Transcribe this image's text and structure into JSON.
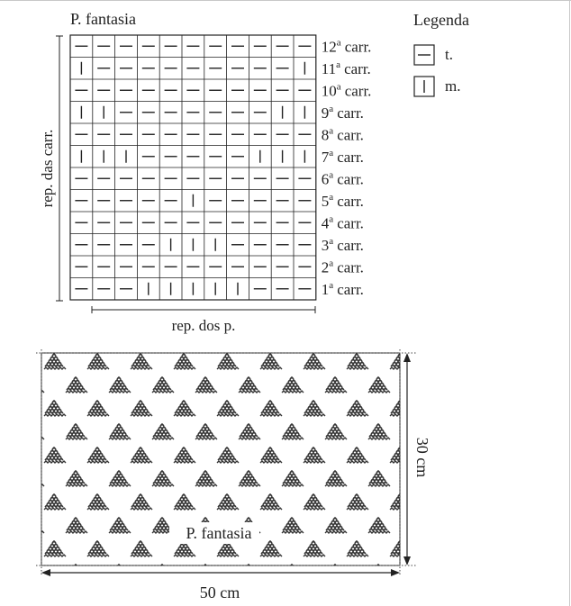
{
  "chart_title": "P. fantasia",
  "legend": {
    "title": "Legenda",
    "items": [
      {
        "symbol": "dash",
        "label": "t."
      },
      {
        "symbol": "bar",
        "label": "m."
      }
    ]
  },
  "chart": {
    "columns": 11,
    "row_axis_label": "rep. das carr.",
    "column_axis_label": "rep. dos p.",
    "rows": [
      {
        "label_num": "12",
        "label_sup": "a",
        "label_word": "carr.",
        "cells": "-----------"
      },
      {
        "label_num": "11",
        "label_sup": "a",
        "label_word": "carr.",
        "cells": "|---------|"
      },
      {
        "label_num": "10",
        "label_sup": "a",
        "label_word": "carr.",
        "cells": "-----------"
      },
      {
        "label_num": "9",
        "label_sup": "a",
        "label_word": "carr.",
        "cells": "||-------||"
      },
      {
        "label_num": "8",
        "label_sup": "a",
        "label_word": "carr.",
        "cells": "-----------"
      },
      {
        "label_num": "7",
        "label_sup": "a",
        "label_word": "carr.",
        "cells": "|||-----|||"
      },
      {
        "label_num": "6",
        "label_sup": "a",
        "label_word": "carr.",
        "cells": "-----------"
      },
      {
        "label_num": "5",
        "label_sup": "a",
        "label_word": "carr.",
        "cells": "-----|-----"
      },
      {
        "label_num": "4",
        "label_sup": "a",
        "label_word": "carr.",
        "cells": "-----------"
      },
      {
        "label_num": "3",
        "label_sup": "a",
        "label_word": "carr.",
        "cells": "----|||----"
      },
      {
        "label_num": "2",
        "label_sup": "a",
        "label_word": "carr.",
        "cells": "-----------"
      },
      {
        "label_num": "1",
        "label_sup": "a",
        "label_word": "carr.",
        "cells": "---|||||---"
      }
    ]
  },
  "panel": {
    "label": "P. fantasia",
    "width_label": "50 cm",
    "height_label": "30 cm"
  },
  "colors": {
    "ink": "#222222",
    "motif": "#333333",
    "background": "#ffffff"
  }
}
